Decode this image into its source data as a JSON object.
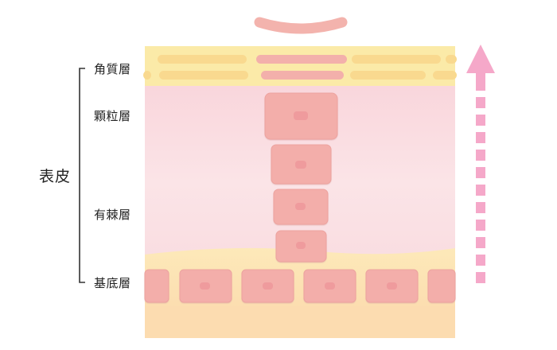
{
  "labels": {
    "epidermis": "表皮",
    "stratum_corneum": "角質層",
    "stratum_granulosum": "顆粒層",
    "stratum_spinosum": "有棘層",
    "stratum_basale": "基底層"
  },
  "colors": {
    "horny_layer": "#fbe9a6",
    "horny_lines": "#f8d88c",
    "pink_band": "#f9d8dd",
    "pink_light": "#fbe3e6",
    "cell_fill": "#f3aeaa",
    "cell_stroke": "#e9a39f",
    "nucleus": "#ef9a9a",
    "basal_yellow": "#fce8b0",
    "dermis": "#fbdcae",
    "bracket": "#333333",
    "arrow": "#f4a6c8"
  },
  "icons": {
    "shed_flake": "shed-cell-icon",
    "arrow": "upward-arrow-icon"
  }
}
